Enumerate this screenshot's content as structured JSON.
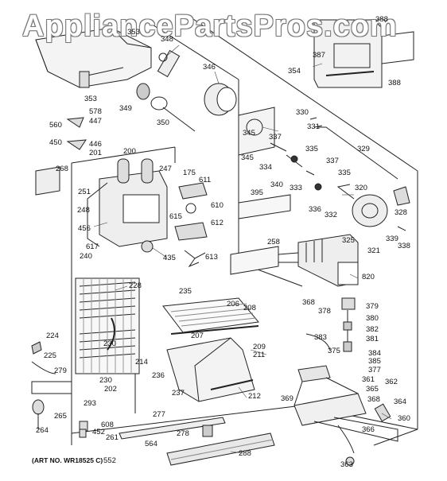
{
  "watermark": "AppliancePartsPros.com",
  "art_number": "(ART NO. WR18525 C)",
  "callouts": {
    "c175": "175",
    "c200": "200",
    "c201": "201",
    "c202": "202",
    "c206": "206",
    "c207": "207",
    "c208": "208",
    "c209": "209",
    "c211": "211",
    "c212": "212",
    "c214": "214",
    "c224": "224",
    "c225": "225",
    "c228": "228",
    "c230a": "230",
    "c230b": "230",
    "c235": "235",
    "c236": "236",
    "c237": "237",
    "c240": "240",
    "c247": "247",
    "c248": "248",
    "c251": "251",
    "c258": "258",
    "c261": "261",
    "c264": "264",
    "c265": "265",
    "c268": "268",
    "c277": "277",
    "c278": "278",
    "c279": "279",
    "c288": "288",
    "c293": "293",
    "c320": "320",
    "c321": "321",
    "c325": "325",
    "c328": "328",
    "c329": "329",
    "c330": "330",
    "c331": "331",
    "c332": "332",
    "c333": "333",
    "c334": "334",
    "c335a": "335",
    "c335b": "335",
    "c336": "336",
    "c337a": "337",
    "c337b": "337",
    "c338": "338",
    "c339": "339",
    "c340": "340",
    "c345": "345",
    "c346": "346",
    "c348": "348",
    "c349": "349",
    "c350": "350",
    "c353": "353",
    "c354": "354",
    "c360": "360",
    "c361": "361",
    "c362": "362",
    "c363": "363",
    "c364": "364",
    "c365": "365",
    "c366": "366",
    "c368a": "368",
    "c368b": "368",
    "c369": "369",
    "c375": "375",
    "c377": "377",
    "c378": "378",
    "c379": "379",
    "c380": "380",
    "c381": "381",
    "c382": "382",
    "c383": "383",
    "c384": "384",
    "c385": "385",
    "c387": "387",
    "c388a": "388",
    "c388b": "388",
    "c395": "395",
    "c435": "435",
    "c446": "446",
    "c447": "447",
    "c450": "450",
    "c452": "452",
    "c456": "456",
    "c552": "552",
    "c560": "560",
    "c564": "564",
    "c578": "578",
    "c608": "608",
    "c610": "610",
    "c611": "611",
    "c612": "612",
    "c613": "613",
    "c615": "615",
    "c617": "617",
    "c820": "820"
  }
}
